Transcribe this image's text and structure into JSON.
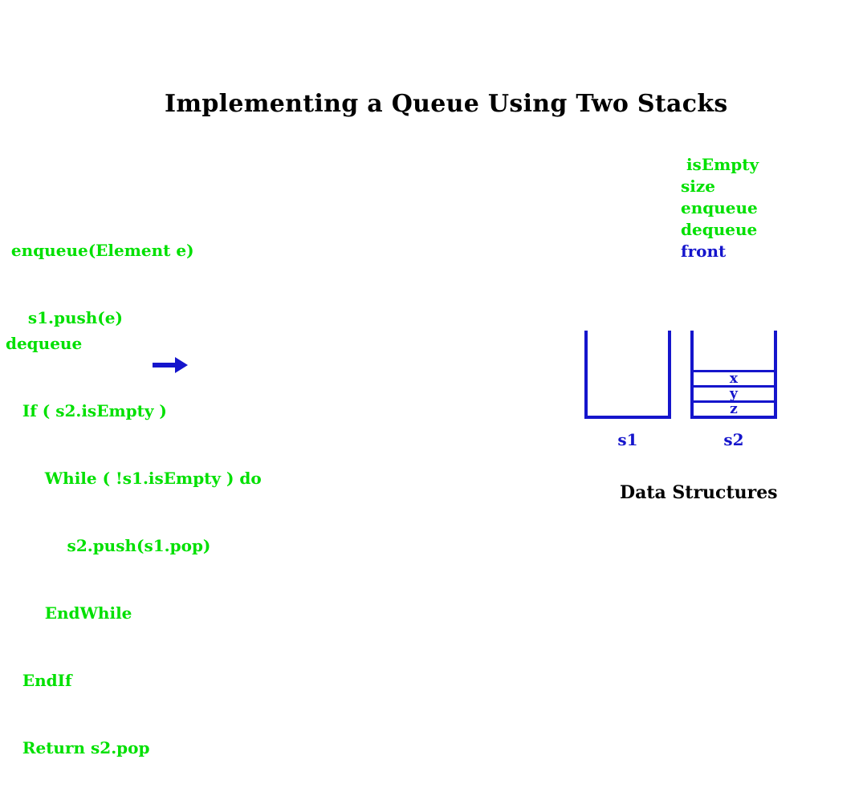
{
  "slide": {
    "title": "Implementing a Queue Using Two Stacks",
    "footer": "Data Structures",
    "background_color": "#FFFFFF"
  },
  "colors": {
    "code_green": "#00E000",
    "accent_blue": "#1515CC",
    "title_black": "#000000"
  },
  "pseudocode": {
    "enqueue": {
      "name": "enqueue",
      "lines": [
        "  enqueue(Element e)",
        "     s1.push(e)"
      ]
    },
    "dequeue": {
      "name": "dequeue",
      "lines": [
        " dequeue",
        "    If ( s2.isEmpty )",
        "        While ( !s1.isEmpty ) do",
        "            s2.push(s1.pop)",
        "        EndWhile",
        "    EndIf",
        "    Return s2.pop"
      ]
    }
  },
  "arrow": {
    "name": "execution-pointer",
    "direction": "right",
    "color": "#1515CC"
  },
  "methods": {
    "items": [
      {
        "label": " isEmpty",
        "color": "#00E000"
      },
      {
        "label": "size",
        "color": "#00E000"
      },
      {
        "label": "enqueue",
        "color": "#00E000"
      },
      {
        "label": "dequeue",
        "color": "#00E000"
      },
      {
        "label": "front",
        "color": "#1515CC"
      }
    ]
  },
  "stacks": [
    {
      "id": "s1",
      "label": "s1",
      "cells": []
    },
    {
      "id": "s2",
      "label": "s2",
      "cells": [
        "x",
        "y",
        "z"
      ]
    }
  ]
}
